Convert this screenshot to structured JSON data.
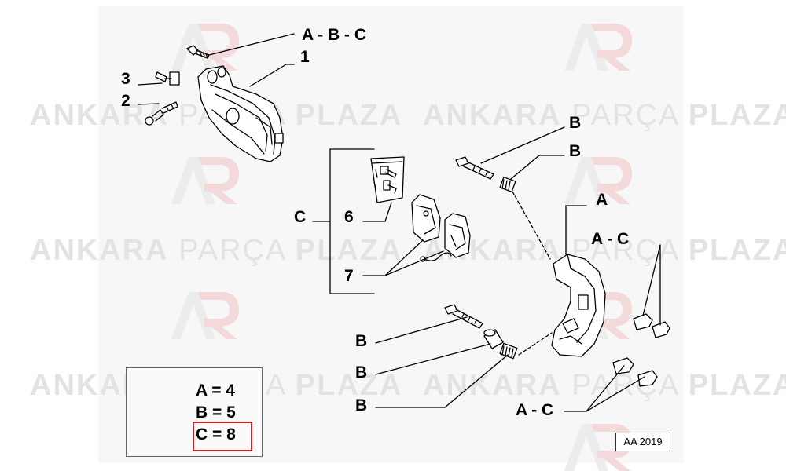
{
  "watermark": {
    "left": "ANKARA",
    "mid": "PARÇA",
    "right": "PLAZA"
  },
  "callouts": {
    "abc_top": "A - B - C",
    "n1": "1",
    "n3": "3",
    "n2": "2",
    "c_bracket": "C",
    "n6": "6",
    "n7": "7",
    "b1": "B",
    "b2": "B",
    "a": "A",
    "ac1": "A - C",
    "b3": "B",
    "b4": "B",
    "b5": "B",
    "ac2": "A - C"
  },
  "legend": {
    "row1": "A = 4",
    "row2": "B = 5",
    "row3": "C = 8",
    "highlight_color": "#d81e1e"
  },
  "code": "AA 2019"
}
